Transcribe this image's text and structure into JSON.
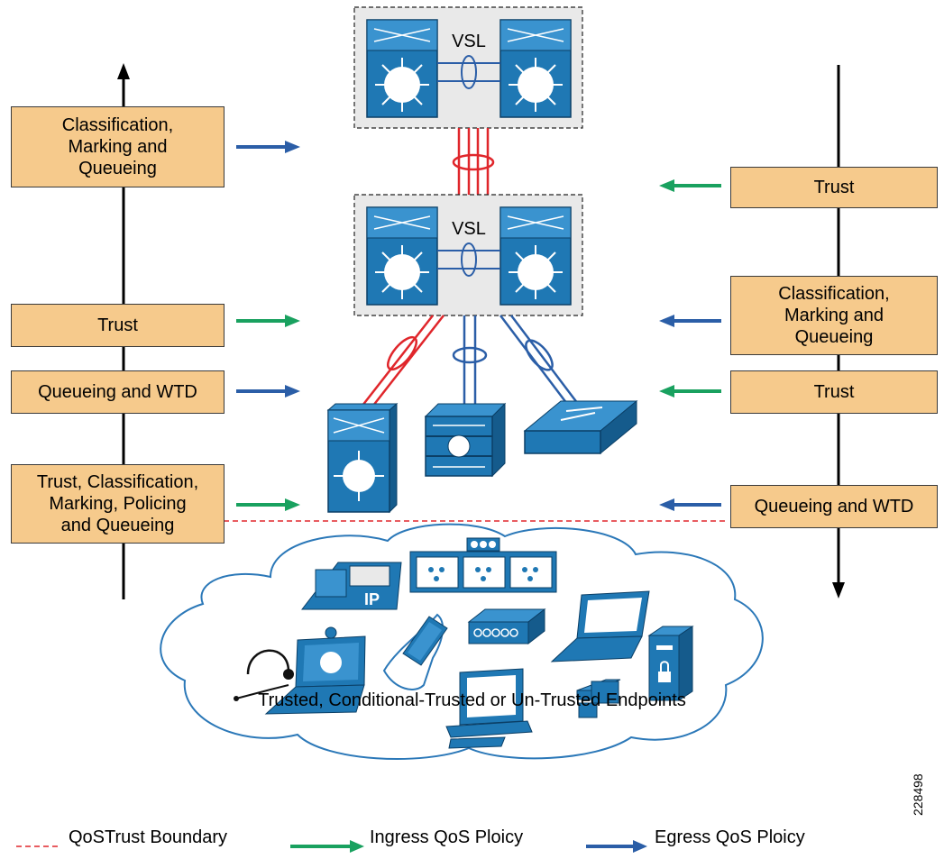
{
  "left_boxes": [
    {
      "label": "Classification,\nMarking and\nQueueing",
      "arrow": "egress"
    },
    {
      "label": "Trust",
      "arrow": "ingress"
    },
    {
      "label": "Queueing and WTD",
      "arrow": "egress"
    },
    {
      "label": "Trust, Classification,\nMarking, Policing\nand Queueing",
      "arrow": "ingress"
    }
  ],
  "right_boxes": [
    {
      "label": "Trust",
      "arrow": "ingress"
    },
    {
      "label": "Classification,\nMarking and\nQueueing",
      "arrow": "egress"
    },
    {
      "label": "Trust",
      "arrow": "ingress"
    },
    {
      "label": "Queueing and WTD",
      "arrow": "egress"
    }
  ],
  "vsl_label": "VSL",
  "endpoints_caption": "Trusted, Conditional-Trusted or Un-Trusted Endpoints",
  "phone_label": "IP",
  "legend": {
    "boundary": "QoSTrust Boundary",
    "ingress": "Ingress QoS Ploicy",
    "egress": "Egress QoS Ploicy"
  },
  "figure_id": "228498",
  "colors": {
    "box_fill": "#f6ca8c",
    "device_blue": "#1f78b4",
    "ingress_green": "#19a15f",
    "egress_blue": "#2b5ea7",
    "link_red": "#e0262b",
    "boundary_red": "#e0262b"
  }
}
